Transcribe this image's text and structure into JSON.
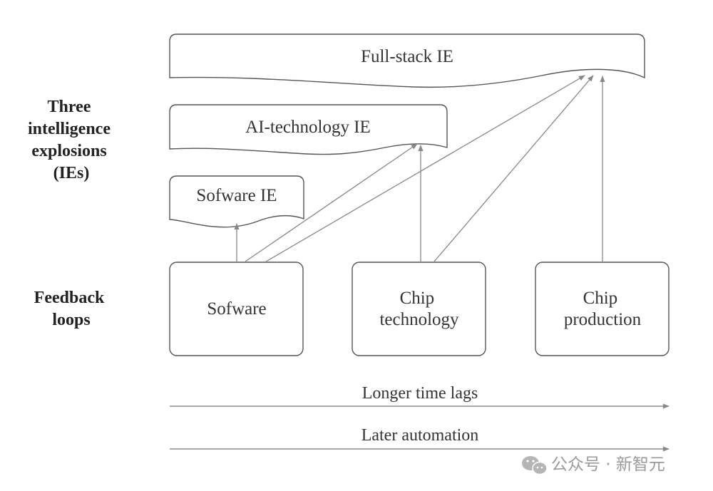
{
  "row_labels": {
    "explosions": [
      "Three",
      "intelligence",
      "explosions",
      "(IEs)"
    ],
    "feedback": [
      "Feedback",
      "loops"
    ]
  },
  "explosions": {
    "full_stack": "Full-stack IE",
    "ai_technology": "AI-technology IE",
    "software": "Sofware IE"
  },
  "feedback_loops": {
    "software": [
      "Sofware"
    ],
    "chip_technology": [
      "Chip",
      "technology"
    ],
    "chip_production": [
      "Chip",
      "production"
    ]
  },
  "axes": {
    "time_lags": "Longer time lags",
    "automation": "Later automation"
  },
  "watermark": {
    "text": "公众号 · 新智元",
    "icon": "wechat-icon"
  },
  "colors": {
    "stroke": "#555555",
    "arrow": "#888888",
    "text": "#333333",
    "watermark": "#9a9a9a"
  }
}
